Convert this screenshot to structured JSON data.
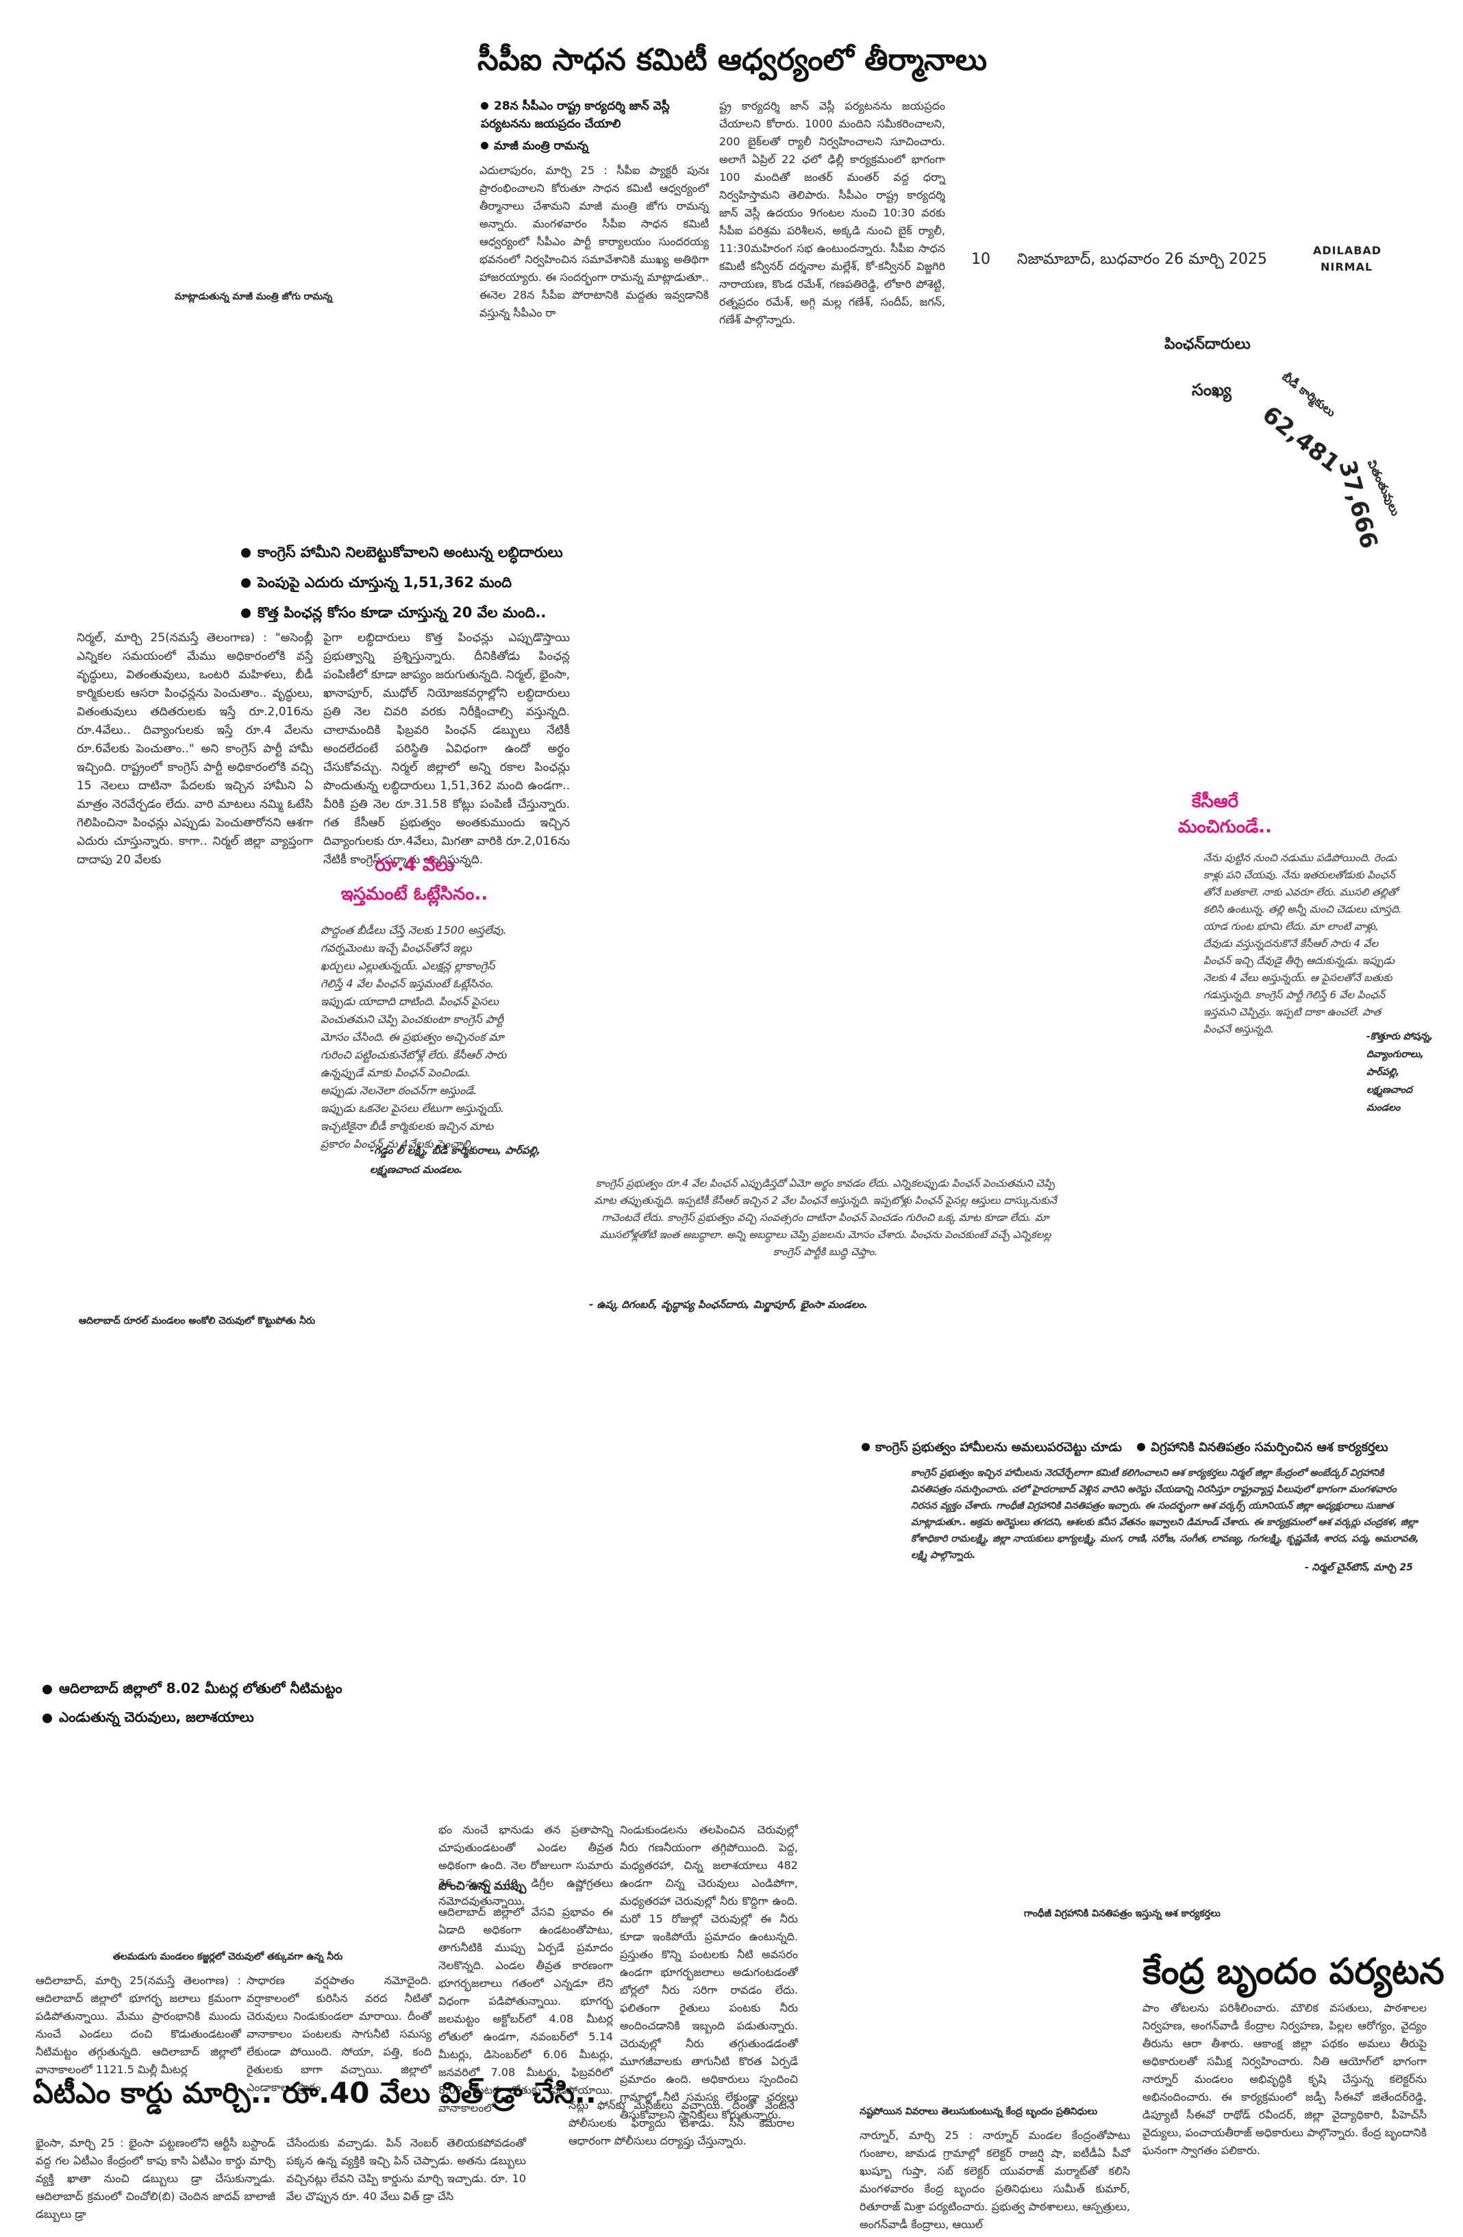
{
  "masthead": {
    "page_number": "10",
    "dateline": "నిజామాబాద్, బుధవారం 26 మార్చి 2025",
    "edition_line1": "ADILABAD",
    "edition_line2": "NIRMAL"
  },
  "story1": {
    "headline": "సీపీఐ సాధన కమిటీ ఆధ్వర్యంలో తీర్మానాలు",
    "bullets": [
      "28న సీపీఎం రాష్ట్ర కార్యదర్శి జాన్ వెస్లీ పర్యటనను జయప్రదం చేయాలి",
      "మాజీ మంత్రి రామన్న"
    ],
    "body_left": "ఎదులాపురం, మార్చి 25 : సీపీఐ ప్యాక్టరీ పునః ప్రారంభించాలని కోరుతూ సాధన కమిటీ ఆధ్వర్యంలో తీర్మానాలు చేశామని మాజీ మంత్రి జోగు రామన్న అన్నారు. మంగళవారం సీపీఐ సాధన కమిటీ ఆధ్వర్యంలో సీపీఎం పార్టీ కార్యాలయం సుందరయ్య భవనంలో నిర్వహించిన సమావేశానికి ముఖ్య అతిథిగా హాజరయ్యారు. ఈ సందర్భంగా రామన్న మాట్లాడుతూ.. ఈనెల 28న సీపీఐ పోరాటానికి మద్దతు ఇవ్వడానికి వస్తున్న సీపీఎం రా",
    "body_right": "ష్ట్ర కార్యదర్శి జాన్ వెస్లీ పర్యటనను జయప్రదం చేయాలని కోరారు. 1000 మందిని సమీకరించాలని, 200 బైక్‌లతో ర్యాలీ నిర్వహించాలని సూచించారు. అలాగే ఏప్రిల్ 22 ఛలో ఢిల్లీ కార్యక్రమంలో భాగంగా 100 మందితో జంతర్ మంతర్ వద్ద ధర్నా నిర్వహిస్తామని తెలిపారు. సీపీఎం రాష్ట్ర కార్యదర్శి జాన్ వెస్లీ ఉదయం 9గంటల నుంచి 10:30 వరకు సీపీఐ పరిశ్రమ పరిశీలన, అక్కడి నుంచి బైక్ ర్యాలీ, 11:30మహిరంగ సభ ఉంటుందన్నారు. సీపీఐ సాధన కమిటీ కన్వీనర్ దర్శనాల మల్లేశ్, కో-కన్వీనర్ విజ్జగిరి నారాయణ, కొండ రమేశ్, గణపతిరెడ్డి, లోకారి పోశెట్టి, రత్నప్రదం రమేశ్, అగ్గి మల్ల గణేశ్, సందీప్, జగన్, గణేశ్ పాల్గొన్నారు.",
    "photo_caption": "మాట్లాడుతున్న మాజీ మంత్రి జోగు రామన్న"
  },
  "infographic": {
    "title": "పింఛన్‌దారులు",
    "label_count": "సంఖ్య",
    "category1": "బీడీ కార్మికులు",
    "value1": "62,481",
    "category2": "వితంతువులు",
    "value2": "37,666"
  },
  "story2": {
    "bullets": [
      "కాంగ్రెస్ హామీని నిలబెట్టుకోవాలని అంటున్న లబ్ధిదారులు",
      "పెంపుపై ఎదురు చూస్తున్న 1,51,362 మంది",
      "కొత్త పింఛన్ల కోసం కూడా చూస్తున్న 20 వేల మంది.."
    ],
    "col1": "నిర్మల్, మార్చి 25(నమస్తే తెలంగాణ) : \"అసెంబ్లీ ఎన్నికల సమయంలో మేము అధికారంలోకి వస్తే వృద్ధులు, వితంతువులు, ఒంటరి మహిళలు, బీడీ కార్మికులకు ఆసరా పింఛన్లను పెంచుతాం.. వృద్ధులు, వితంతువులు తదితరులకు ఇస్తే రూ.2,016ను రూ.4వేలు.. దివ్యాంగులకు ఇస్తే రూ.4 వేలను రూ.6వేలకు పెంచుతాం..\" అని కాంగ్రెస్ పార్టీ హామీ ఇచ్చింది. రాష్ట్రంలో కాంగ్రెస్ పార్టీ అధికారంలోకి వచ్చి 15 నెలలు దాటినా పేదలకు ఇచ్చిన హామీని ఏ మాత్రం నెరవేర్చడం లేదు. వారి మాటలు నమ్మి ఓటేసి గెలిపించినా పింఛన్లు ఎప్పుడు పెంచుతారోనని ఆశగా ఎదురు చూస్తున్నారు. కాగా.. నిర్మల్ జిల్లా వ్యాప్తంగా దాదాపు 20 వేలకు",
    "col2": "పైగా లబ్ధిదారులు కొత్త పింఛన్లు ఎప్పుడొస్తాయి ప్రభుత్వాన్ని ప్రశ్నిస్తున్నారు. దీనికితోడు పింఛన్ల పంపిణీలో కూడా జాప్యం జరుగుతున్నది. నిర్మల్, భైంసా, ఖానాపూర్, ముధోల్ నియోజకవర్గాల్లోని లబ్ధిదారులు ప్రతి నెల చివరి వరకు నిరీక్షించాల్సి వస్తున్నది. చాలామందికి ఫిబ్రవరి పింఛన్ డబ్బులు నేటికీ అందలేదంటే పరిస్థితి ఏవిధంగా ఉందో అర్థం చేసుకోవచ్చు. నిర్మల్ జిల్లాలో అన్ని రకాల పింఛన్లు పొందుతున్న లబ్ధిదారులు 1,51,362 మంది ఉండగా.. వీరికి ప్రతి నెల రూ.31.58 కోట్లు పంపిణీ చేస్తున్నారు. గత కేసీఆర్ ప్రభుత్వం అంతకుముందు ఇచ్చిన దివ్యాంగులకు రూ.4వేలు, మిగతా వారికి రూ.2,016ను నేటికీ కాంగ్రెస్ సర్కారు అందిస్తున్నది."
  },
  "quote1": {
    "title_line1": "రూ.4 వేలు",
    "title_line2": "ఇస్తమంటే ఓట్లేసినం..",
    "body": "పొద్దంత బీడీలు చేస్తే నెలకు 1500 అస్తలేవు. గవర్నమెంటు ఇచ్చే పింఛన్‌తోనే ఇల్లు ఖర్చులు ఎల్లుతున్నయ్. ఎలక్షన్ల ల్లాకాంగ్రెస్ గెలిస్తే 4 వేల పింఛన్ ఇస్తమంటే ఓట్లేసినం. ఇప్పుడు యాదాది దాటింది. పింఛన్ పైసలు పెంచుతమని చెప్పి పెంచకుంటా కాంగ్రెస్ పార్టీ మోసం చేసింది. ఈ ప్రభుత్వం అచ్చినంక మా గురించి పట్టించుకునేటోళ్లే లేరు. కేసీఆర్ సారు ఉన్నప్పుడే మాకు పింఛన్ పెంచిండు. అప్పుడు నెలనెలా ఠంచన్‌గా అస్తుండే. ఇప్పుడు ఒకనెల పైసలు లేటుగా అస్తున్నయ్. ఇచ్చటికైనా బీడీ కార్మికులకు ఇచ్చిన మాట ప్రకారం పింఛన్ ను 4వేలకు పెంచాలి.",
    "signature_line1": "-గడ్డం లీ లక్ష్మి, బీడీ కార్మికురాలు, పార్‌పల్లి,",
    "signature_line2": "లక్ష్మణచాంద మండలం."
  },
  "quote2": {
    "title_line1": "కేసీఆరే",
    "title_line2": "మంచిగుండే..",
    "body": "నేను పుట్టిన నుంచి నడుము పడిపోయింది. రెండు కాళ్లు పని చేయవు. నేను ఇతరులతోడుకు పింఛన్ తోనే బతకాలె. నాకు ఎవరూ లేరు. ముసలి తల్లితో కలిసి ఉంటున్న. తల్లి అన్నీ మంచి చెడులు చూస్తది. యాడ గుంట భూమి లేదు. మా లాంటి వాళ్లు, దేవుడు వస్తున్నదనుకొనే కేసీఆర్ సారు 4 వేల పింఛన్ ఇచ్చి దేవుడై తీర్చి ఆదుకున్నడు. ఇప్పుడు నెలకు 4 వేలు అస్తున్నయ్. ఆ పైసలతోనే బతుకు గడుస్తున్నది. కాంగ్రెస్ పార్టీ గెలిస్తే 6 వేల పింఛన్ ఇస్తమని చెప్పిన్రు. ఇప్పటి దాకా ఉంచలే. పాత పింఛనే అస్తున్నది.",
    "signature": "-కొత్తూరు పోషన్న, దివ్యాంగురాలు, పార్‌పల్లి, లక్ష్మణచాంద మండలం"
  },
  "quote3": {
    "body": "కాంగ్రెస్ ప్రభుత్వం రూ.4 వేల పింఛన్ ఎప్పుడిస్తదో ఏమో అర్థం కావడం లేదు. ఎన్నికలప్పుడు పింఛన్ పెంచుతమని చెప్పి మాట తప్పుతున్నది. ఇప్పటికీ కేసీఆర్ ఇచ్చిన 2 వేల పింఛనే అస్తున్నది. ఇప్పటోళ్లు పింఛన్ పైసల్ల ఆస్తులు దాస్కునుకునే గాచెంటదే లేదు. కాంగ్రెస్ ప్రభుత్వం వచ్చి సంవత్సరం దాటినా పింఛన్ పెంచడం గురించి ఒక్క మాట కూడా లేదు. మా ముసలోళ్లతోటి ఇంత అబద్ధాలా. అన్ని అబద్ధాలు చెప్పి ప్రజలను మోసం చేశారు. పింఛను పెంచకుంటే వచ్చే ఎన్నికలల్ల కాంగ్రెస్ పార్టీకి బుద్ధి చెప్తాం.",
    "signature": "- ఉష్క దిగంబర్, వృద్ధాప్య పింఛన్‌దారు, మిర్జాపూర్, భైంసా మండలం."
  },
  "photo_captions": {
    "lake": "ఆదిలాబాద్ రూరల్ మండలం అంకోలి చెరువులో కొట్టుపోతు నీరు",
    "statue": "గాంధీజీ విగ్రహానికి వినతిపత్రం ఇస్తున్న ఆశ కార్యకర్తలు",
    "tank": "తలమడుగు మండలం కజ్జర్లలో చెరువులో తక్కువగా ఉన్న నీరు",
    "atm": "నష్టపోయిన వివరాలు తెలుసుకుంటున్న కేంద్ర బృందం ప్రతినిధులు"
  },
  "story3": {
    "bullets": [
      "కాంగ్రెస్ ప్రభుత్వం హామీలను అమలుపరచెట్టు చూడు",
      "విగ్రహానికి వినతిపత్రం సమర్పించిన ఆశ కార్యకర్తలు"
    ],
    "body": "కాంగ్రెస్ ప్రభుత్వం ఇచ్చిన హామీలను నెరవేర్చేలాగా కమిటీ కలిగించాలని ఆశ కార్యకర్తలు నిర్మల్ జిల్లా కేంద్రంలో అంబేద్కర్ విగ్రహానికి వినతిపత్రం సమర్పించారు. చలో హైదరాబాద్ వెళ్లిన వారిని అరెస్టు చేయడాన్ని నిరసిస్తూ రాష్ట్రవ్యాప్త పిలుపులో భాగంగా మంగళవారం నిరసన వ్యక్తం చేశారు. గాంధీజీ విగ్రహానికి వినతిపత్రం ఇచ్చారు. ఈ సందర్భంగా ఆశ వర్కర్స్ యూనియన్ జిల్లా అధ్యక్షురాలు సుజాత మాట్లాడుతూ.. అక్రమ అరెస్టులు తగదని, ఆశలకు కనీస వేతనం ఇవ్వాలని డిమాండ్ చేశారు. ఈ కార్యక్రమంలో ఆశ వర్కర్లు చంద్రకళ, జిల్లా కోశాధికారి రామలక్ష్మి, జిల్లా నాయకులు భాగ్యలక్ష్మి, మంగ, రాణి, సరోజ, సంగీత, లావణ్య, గంగలక్ష్మి, కృష్ణవేణి, శారద, పద్మ, అమరావతి, లక్ష్మి పాల్గొన్నారు.",
    "signature": "- నిర్మల్ చైన్‌టౌన్, మార్చి 25"
  },
  "story4": {
    "bullets": [
      "ఆదిలాబాద్ జిల్లాలో 8.02 మీటర్ల లోతులో నీటిమట్టం",
      "ఎండుతున్న చెరువులు, జలాశయాలు"
    ],
    "col_a": "ఆదిలాబాద్, మార్చి 25(నమస్తే తెలంగాణ) : ఆదిలాబాద్ జిల్లాలో భూగర్భ జలాలు క్రమంగా పడిపోతున్నాయి. మేము ప్రారంభానికి ముందు నుంచే ఎండలు దంచి కొడుతుండటంతో నీటిమట్టం తగ్గుతున్నది. ఆదిలాబాద్ జిల్లాలో వానాకాలంలో 1121.5 మిల్లీ మీటర్ల",
    "col_b": "సాధారణ వర్షపాతం నమోదైంది. వర్షాకాలంలో కురిసిన వరద నీటితో చెరువులు నిండుకుండలా మారాయి. దీంతో వానాకాలం పంటలకు సాగునీటి సమస్య లేకుండా పోయింది. సోయా, పత్తి, కంది రైతులకు బాగా వచ్చాయి. జిల్లాలో ఎండాకాలం ప్రారం",
    "col_c": "భం నుంచే భానుడు తన ప్రతాపాన్ని చూపుతుండటంతో ఎండల తీవ్రత అధికంగా ఉంది. నెల రోజులుగా సుమారు 36 నుంచి 40 డిగ్రీల ఉష్ణోగ్రతలు నమోదవుతున్నాయి.",
    "subhead": "పొంచి ఉన్న ముప్పు",
    "col_c2": "ఆదిలాబాద్ జిల్లాలో వేసవి ప్రభావం ఈ ఏడాది అధికంగా ఉండటంతోపాటు, తాగునీటికి ముప్పు ఏర్పడే ప్రమాదం నెలకొన్నది. ఎండల తీవ్రత కారణంగా భూగర్భజలాలు గతంలో ఎన్నడూ లేని విధంగా పడిపోతున్నాయి. భూగర్భ జలమట్టం అక్టోబర్‌లో 4.08 మీటర్ల లోతులో ఉండగా, నవంబర్‌లో 5.14 మీటర్లు, డిసెంబర్‌లో 6.06 మీటర్లు, జనవరిలో 7.08 మీటర్లు, ఫిబ్రవరిలో 8.02 మీటర్ల లోతుకు పడిపోయాయి. వానాకాలంలో",
    "col_d": "నిండుకుండలను తలపించిన చెరువుల్లో నీరు గణనీయంగా తగ్గిపోయింది. పెద్ద, మధ్యతరహా, చిన్న జలాశయాలు 482 ఉండగా చిన్న చెరువులు ఎండిపోగా, మధ్యతరహా చెరువుల్లో నీరు కొద్దిగా ఉంది. మరో 15 రోజుల్లో చెరువుల్లో ఈ నీరు కూడా ఇంకిపోయే ప్రమాదం ఉంటున్నది. ప్రస్తుతం కొన్ని పంటలకు నీటి అవసరం ఉండగా భూగర్భజలాలు అడుగంటడంతో బోర్లలో నీరు సరిగా రావడం లేదు. ఫలితంగా రైతులు పంటకు నీరు అందించడానికి ఇబ్బంది పడుతున్నారు. చెరువుల్లో నీరు తగ్గుతుండడంతో మూగజీవాలకు తాగునీటి కొరత ఏర్పడే ప్రమాదం ఉంది. అధికారులు స్పందించి గ్రామాల్లో నీటి సమస్య లేకుండా చర్యలు తీసుకోవాలని స్థానికులు కోరుతున్నారు."
  },
  "story5": {
    "headline": "ఏటీఎం కార్డు మార్చి.. రూ.40 వేలు విత్ డ్రా చేసి..",
    "col1": "భైంసా, మార్చి 25 : భైంసా పట్టణంలోని ఆర్టీసీ బస్టాండ్ వద్ద గల ఏటీఎం కేంద్రంలో కాపు కాసి ఏటీఎం కార్డు మార్చి వ్యక్తి ఖాతా నుంచి డబ్బులు డ్రా చేసుకున్నాడు. ఆదిలాబాద్ క్రమంలో చించోలి(బి) చెందిన జాదవ్ బాలాజీ డబ్బులు డ్రా",
    "col2": "చేసేందుకు వచ్చాడు. పిన్ నెంబర్ తెలియకపోవడంతో పక్కన ఉన్న వ్యక్తికి ఇచ్చి పిన్ చెప్పాడు. అతను డబ్బులు వచ్చినట్లు లేవని చెప్పి కార్డును మార్చి ఇచ్చాడు. రూ. 10 వేల చొప్పున రూ. 40 వేలు విత్ డ్రా చేసి",
    "col3": "నట్లు ఫోన్‌కు మెసేజ్‌లు వచ్చాయి. దీంతో వెంటనే పోలీసులకు ఫిర్యాదు చేశాడు. సీసీ కెమెరాల ఆధారంగా పోలీసులు దర్యాప్తు చేస్తున్నారు."
  },
  "story6": {
    "headline": "కేంద్ర బృందం పర్యటన",
    "body_right": "పాం తోటలను పరిశీలించారు. మౌలిక వసతులు, పాఠశాలల నిర్వహణ, అంగన్‌వాడీ కేంద్రాల నిర్వహణ, పిల్లల ఆరోగ్యం, వైద్యం తీరును ఆరా తీశారు. ఆకాంక్ష జిల్లా పథకం అమలు తీరుపై అధికారులతో సమీక్ష నిర్వహించారు. నీతి ఆయోగ్‌లో భాగంగా నార్నూర్ మండలం అభివృద్ధికి కృషి చేస్తున్న కలెక్టర్‌ను అభినందించారు. ఈ కార్యక్రమంలో జడ్పీ సీఈవో జితేందర్‌రెడ్డి, డిప్యూటీ సీఈవో రాథోడ్ రవీందర్, జిల్లా వైద్యాధికారి, పీహెచ్‌సీ వైద్యులు, పంచాయతీరాజ్ అధికారులు పాల్గొన్నారు. కేంద్ర బృందానికి ఘనంగా స్వాగతం పలికారు.",
    "body_left": "నార్నూర్, మార్చి 25 : నార్నూర్ మండల కేంద్రంతోపాటు గుంజాల, జామడ గ్రామాల్లో కలెక్టర్ రాజర్షి షా, ఐటీడీఏ పీవో ఖుష్బూ గుప్తా, సబ్ కలెక్టర్ యువరాజ్ మర్మాట్‌తో కలిసి మంగళవారం కేంద్ర బృందం ప్రతినిధులు సుమీత్ కుమార్, రితూరాజ్ మిశ్రా పర్యటించారు. ప్రభుత్వ పాఠశాలలు, ఆస్పత్రులు, అంగన్‌వాడీ కేంద్రాలు, ఆయిల్"
  }
}
